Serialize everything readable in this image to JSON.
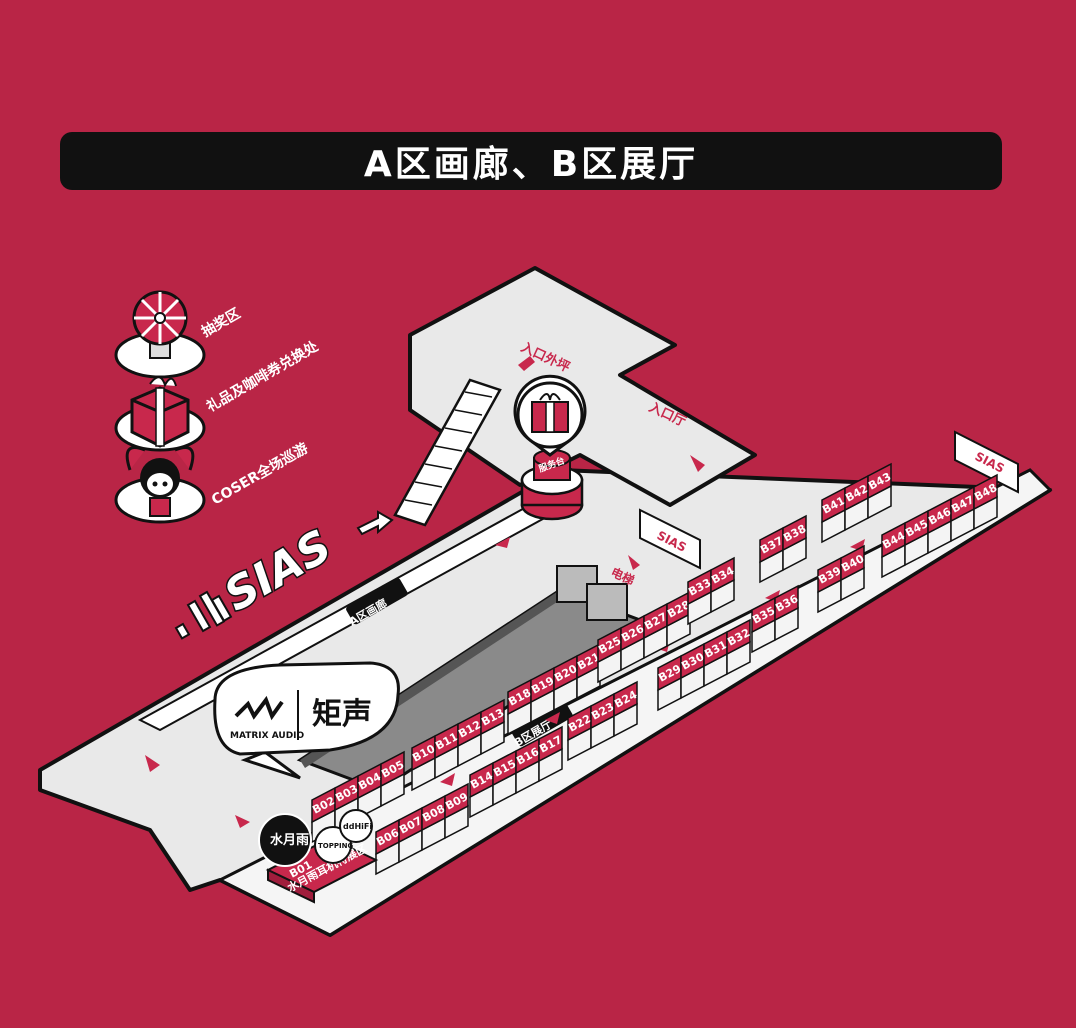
{
  "title": "A区画廊、B区展厅",
  "legend": [
    {
      "icon": "prize-wheel-icon",
      "label": "抽奖区"
    },
    {
      "icon": "gift-box-icon",
      "label": "礼品及咖啡券兑换处"
    },
    {
      "icon": "coser-character-icon",
      "label": "COSER全场巡游"
    }
  ],
  "areas": {
    "entrance_outer": "入口外坪",
    "entrance_hall": "入口厅",
    "service_desk": "服务台",
    "elevator": "电梯",
    "zone_a": "A区画廊",
    "zone_b": "B区展厅",
    "b01": "B01",
    "b01_sub": "水月雨耳机特展区"
  },
  "brands": {
    "sias": "SIAS",
    "matrix_audio_en": "MATRIX AUDIO",
    "matrix_audio_cn": "矩声",
    "moondrop": "水月雨",
    "toppping": "TOPPING",
    "ddhifi": "ddHiFi"
  },
  "booth_rows": [
    [
      "B02",
      "B03",
      "B04",
      "B05"
    ],
    [
      "B06",
      "B07",
      "B08",
      "B09"
    ],
    [
      "B10",
      "B11",
      "B12",
      "B13"
    ],
    [
      "B14",
      "B15",
      "B16",
      "B17"
    ],
    [
      "B18",
      "B19",
      "B20",
      "B21"
    ],
    [
      "B22",
      "B23",
      "B24"
    ],
    [
      "B25",
      "B26",
      "B27",
      "B28"
    ],
    [
      "B29",
      "B30",
      "B31",
      "B32"
    ],
    [
      "B33",
      "B34"
    ],
    [
      "B35",
      "B36"
    ],
    [
      "B37",
      "B38"
    ],
    [
      "B39",
      "B40"
    ],
    [
      "B41",
      "B42",
      "B43"
    ],
    [
      "B44",
      "B45",
      "B46",
      "B47",
      "B48"
    ]
  ],
  "colors": {
    "background": "#b92546",
    "booth": "#c8284c",
    "floor": "#e8e8e8",
    "title_bg": "#111111"
  }
}
